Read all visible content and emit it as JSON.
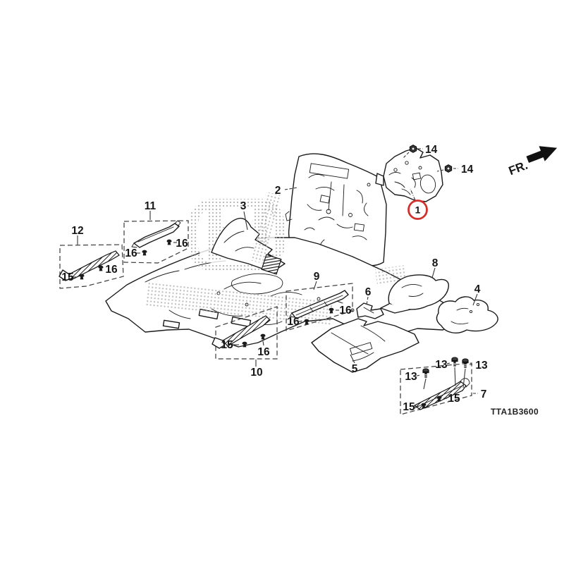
{
  "diagram": {
    "code": "TTA1B3600",
    "direction_label": "FR.",
    "highlight_color": "#d2302c"
  },
  "callouts": {
    "n1": "1",
    "n2": "2",
    "n3": "3",
    "n4": "4",
    "n5": "5",
    "n6": "6",
    "n7": "7",
    "n8": "8",
    "n9": "9",
    "n10": "10",
    "n11": "11",
    "n12": "12",
    "n13": "13",
    "n14": "14",
    "n15": "15",
    "n16": "16"
  }
}
